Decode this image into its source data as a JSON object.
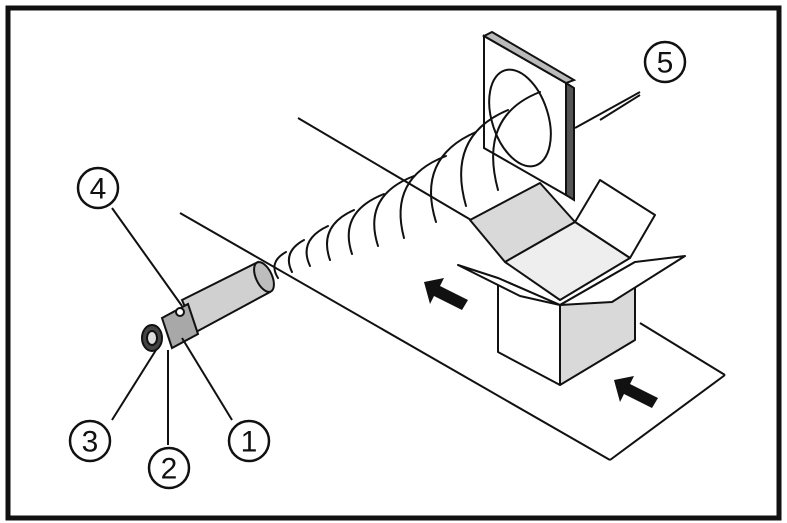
{
  "colors": {
    "line": "#111111",
    "box_shade": "#d9d9d9",
    "box_light": "#ffffff",
    "background": "#ffffff"
  },
  "callouts": [
    {
      "id": "1",
      "label": "1"
    },
    {
      "id": "2",
      "label": "2"
    },
    {
      "id": "3",
      "label": "3"
    },
    {
      "id": "4",
      "label": "4"
    },
    {
      "id": "5",
      "label": "5"
    }
  ]
}
